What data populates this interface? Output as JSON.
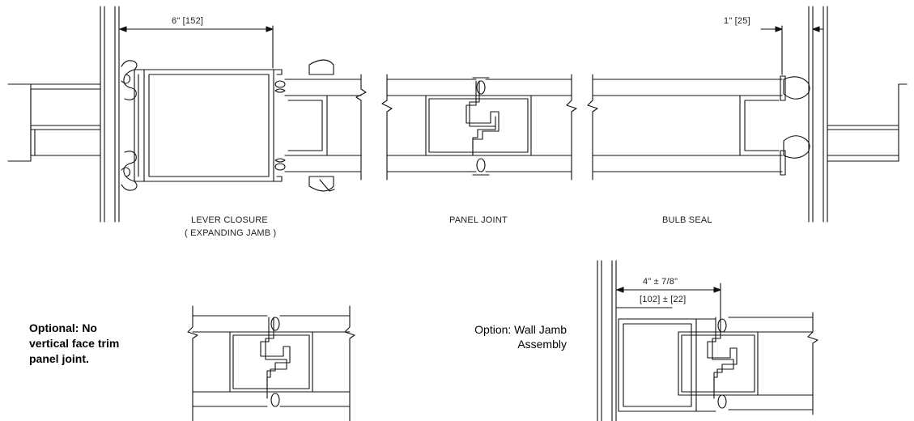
{
  "labels": {
    "lever_closure": "LEVER CLOSURE",
    "expanding_jamb": "( EXPANDING JAMB )",
    "panel_joint": "PANEL JOINT",
    "bulb_seal": "BULB SEAL"
  },
  "dimensions": {
    "lever_depth": "6\"  [152]",
    "bulb_offset": "1\"  [25]",
    "jamb_range_imperial": "4\" ± 7/8\"",
    "jamb_range_metric": "[102] ± [22]"
  },
  "notes": {
    "optional_line1": "Optional:  No",
    "optional_line2": "vertical face trim",
    "optional_line3": "panel joint.",
    "wall_jamb_line1": "Option: Wall Jamb",
    "wall_jamb_line2": "Assembly"
  }
}
